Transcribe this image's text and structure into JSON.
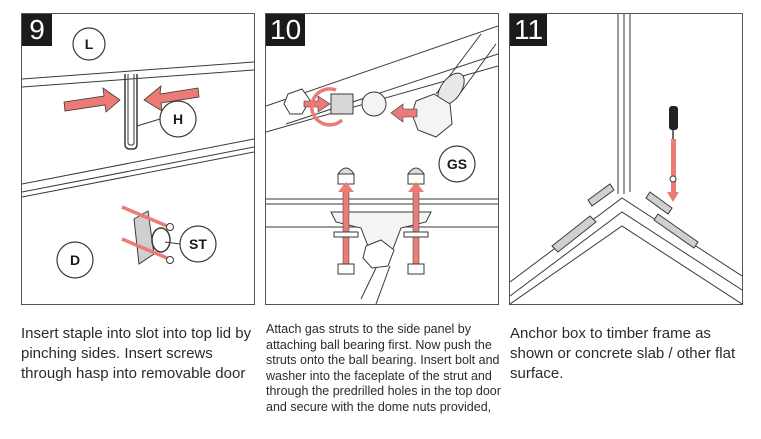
{
  "steps": [
    {
      "number": "9",
      "labels": {
        "l": "L",
        "h": "H",
        "d": "D",
        "st": "ST"
      },
      "caption": "Insert staple into slot into top lid by pinching sides.  Insert screws through hasp into removable door"
    },
    {
      "number": "10",
      "labels": {
        "gs": "GS"
      },
      "caption": "Attach gas struts to the side panel by attaching ball bearing first.  Now push the struts onto the ball bearing.  Insert bolt and washer into the faceplate of the strut and through the predrilled holes in the top door and secure with the dome nuts provided,"
    },
    {
      "number": "11",
      "labels": {},
      "caption": "Anchor box to timber frame as shown or concrete slab / other flat surface."
    }
  ],
  "colors": {
    "arrow": "#ec7b75",
    "line": "#3a3a3a",
    "badge": "#1b1b1b"
  }
}
